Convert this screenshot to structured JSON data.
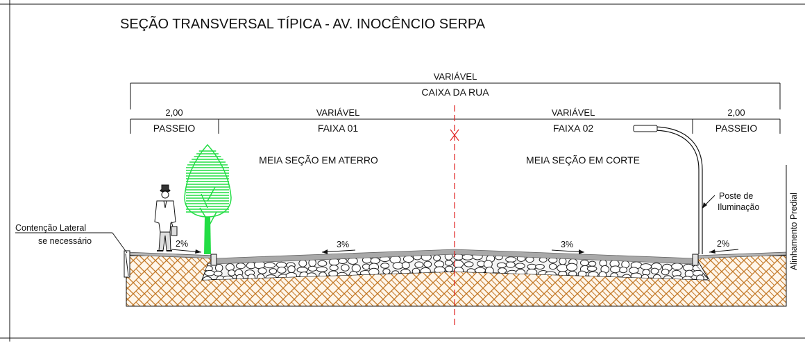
{
  "title": "SEÇÃO TRANSVERSAL TÍPICA  - AV. INOCÊNCIO SERPA",
  "dimensions": {
    "overall_value": "VARIÁVEL",
    "overall_label": "CAIXA DA RUA",
    "left_sidewalk_value": "2,00",
    "left_sidewalk_label": "PASSEIO",
    "lane1_value": "VARIÁVEL",
    "lane1_label": "FAIXA 01",
    "lane2_value": "VARIÁVEL",
    "lane2_label": "FAIXA 02",
    "right_sidewalk_value": "2,00",
    "right_sidewalk_label": "PASSEIO"
  },
  "sections": {
    "left": "MEIA SEÇÃO EM ATERRO",
    "right": "MEIA SEÇÃO EM CORTE"
  },
  "annotations": {
    "lateral_line1": "Contenção Lateral",
    "lateral_line2": "se necessário",
    "pole_line1": "Poste de",
    "pole_line2": "Iluminação",
    "building_line": "Alinhamento Predial"
  },
  "slopes": {
    "left_sidewalk": "2%",
    "left_road": "3%",
    "right_road": "3%",
    "right_sidewalk": "2%"
  },
  "colors": {
    "tree": "#22dd44",
    "soil": "#c47a2a",
    "soil_bg": "#fff6ea",
    "pavement": "#a9a9a9",
    "axis": "#e0201f",
    "line": "#111111"
  }
}
